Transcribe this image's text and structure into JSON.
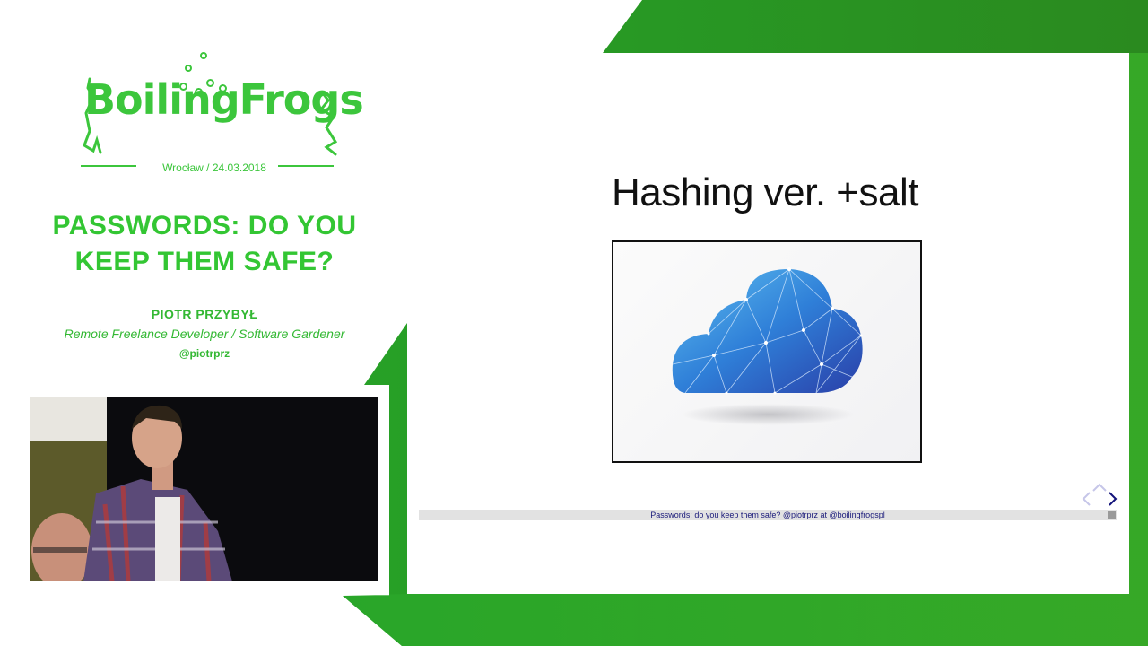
{
  "conference": {
    "logo_text": "BoilingFrogs",
    "location_date": "Wrocław / 24.03.2018"
  },
  "talk": {
    "title_line1": "PASSWORDS: DO YOU",
    "title_line2": "KEEP THEM SAFE?"
  },
  "speaker": {
    "name": "PIOTR PRZYBYŁ",
    "role": "Remote Freelance Developer / Software Gardener",
    "handle": "@piotrprz"
  },
  "slide": {
    "title": "Hashing ver. +salt",
    "image_icon": "polygon-cloud-icon",
    "footer_text": "Passwords: do you keep them safe? @piotrprz at @boilingfrogspl",
    "nav": {
      "left": "nav-left-arrow",
      "up": "nav-up-arrow",
      "right": "nav-right-arrow"
    }
  },
  "colors": {
    "brand_green": "#33c633",
    "dark_green": "#1f8f1f",
    "slide_footer_bg": "#e2e2e2",
    "cloud_blue": "#2f6ed6"
  }
}
